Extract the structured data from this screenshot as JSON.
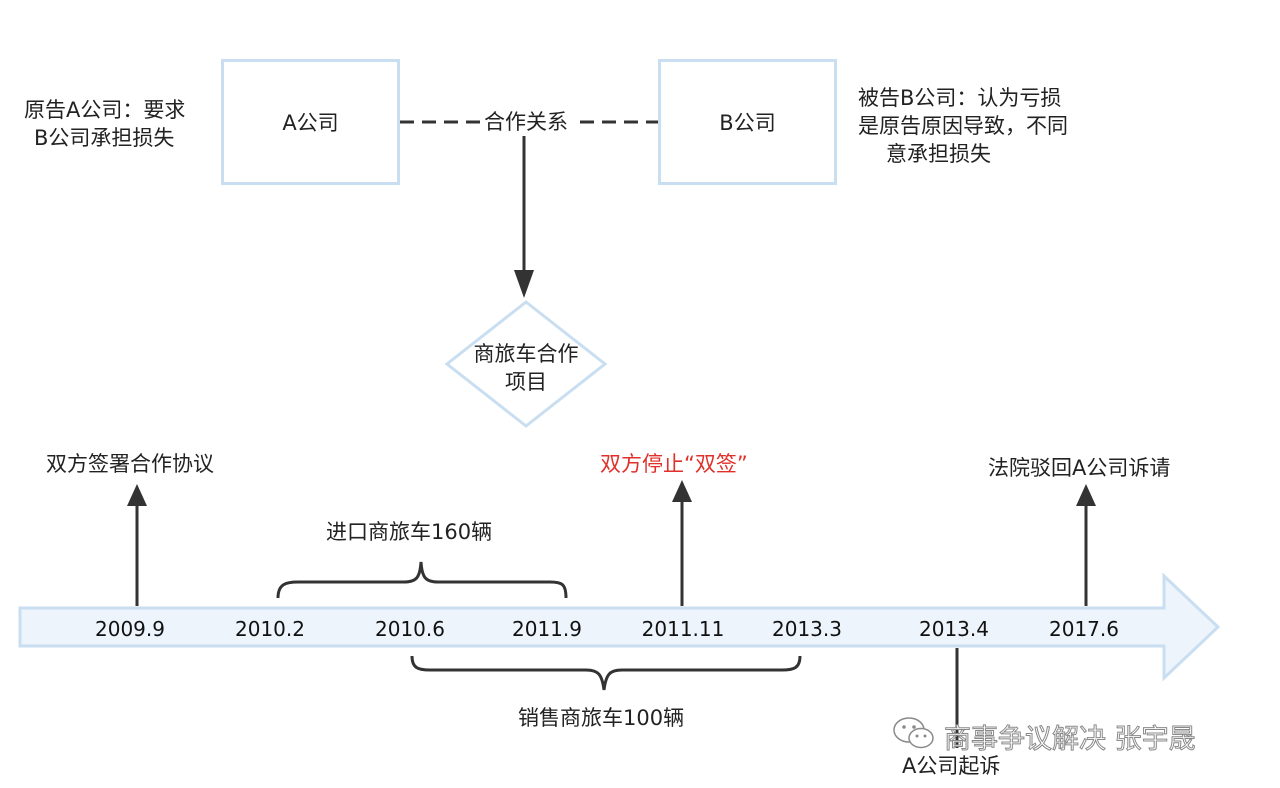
{
  "parties": {
    "plaintiff_note": [
      "原告A公司：要求",
      "B公司承担损失"
    ],
    "defendant_note": [
      "被告B公司：认为亏损",
      "是原告原因导致，不同",
      "意承担损失"
    ],
    "company_a": "A公司",
    "company_b": "B公司",
    "relation": "合作关系",
    "project": [
      "商旅车合作",
      "项目"
    ]
  },
  "timeline": {
    "dates": [
      "2009.9",
      "2010.2",
      "2010.6",
      "2011.9",
      "2011.11",
      "2013.3",
      "2013.4",
      "2017.6"
    ],
    "events": {
      "sign": "双方签署合作协议",
      "stop": "双方停止“双签”",
      "dismiss": "法院驳回A公司诉请",
      "sue": "A公司起诉"
    },
    "ranges": {
      "import": "进口商旅车160辆",
      "sales": "销售商旅车100辆"
    }
  },
  "colors": {
    "stop_event": "#e0302a",
    "box_border": "#c9def0",
    "timeline_fill": "#edf4fb"
  },
  "watermark": {
    "icon": "wechat-icon",
    "text": "商事争议解决 张宇晟"
  }
}
